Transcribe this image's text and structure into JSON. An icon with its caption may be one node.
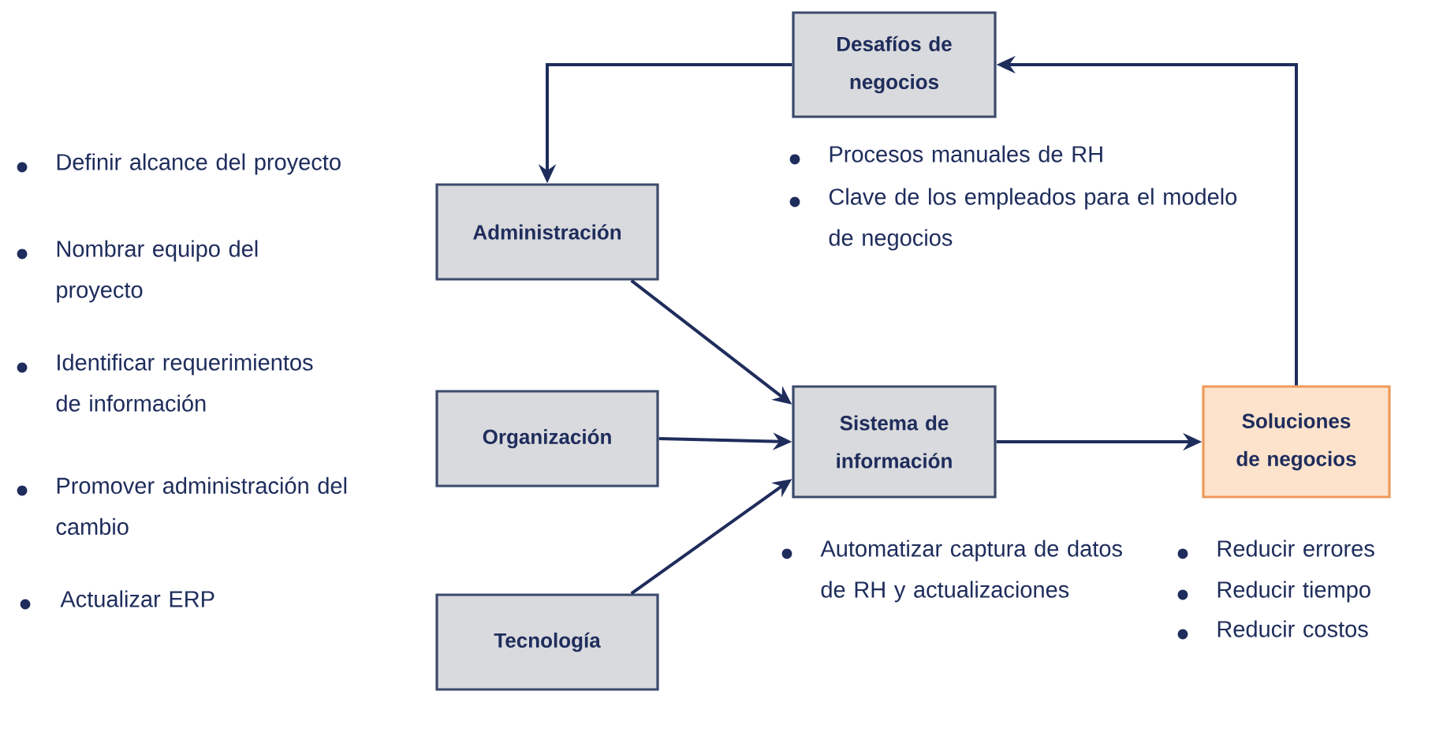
{
  "diagram": {
    "nodes": [
      {
        "text": [
          "Desafíos de negocios"
        ],
        "beside": [
          "Procesos manuales de RH",
          "Clave de los empleados para el modelo de negocios"
        ]
      },
      {
        "text": [
          "Administración"
        ],
        "beside": [
          "Definir alcance del proyecto",
          "Nombrar equipo del proyecto"
        ]
      },
      {
        "text": [
          "Organización"
        ],
        "beside": [
          "Identificar requerimientos de información",
          "Promover administración del cambio"
        ]
      },
      {
        "text": [
          "Tecnología"
        ]
      },
      {
        "text": [
          "Sistema de información"
        ],
        "beside": [
          "Automatizar captura de datos de RH y actualizaciones"
        ]
      },
      {
        "text": [
          "Soluciones de negocios"
        ],
        "beside": [
          "Reducir errores",
          "Reducir tiempo",
          "Reducir costos"
        ]
      }
    ],
    "edges": [
      {
        "from": 0,
        "to": 1,
        "arrow": "to"
      },
      {
        "from": 1,
        "to": 4,
        "arrow": "to"
      },
      {
        "from": 2,
        "to": 4,
        "arrow": "to"
      },
      {
        "from": 3,
        "to": 4,
        "arrow": "to"
      },
      {
        "from": 4,
        "to": 5,
        "arrow": "to"
      },
      {
        "from": 5,
        "to": 0,
        "arrow": "to"
      }
    ],
    "labels": [
      "Actualizar ERP"
    ]
  }
}
